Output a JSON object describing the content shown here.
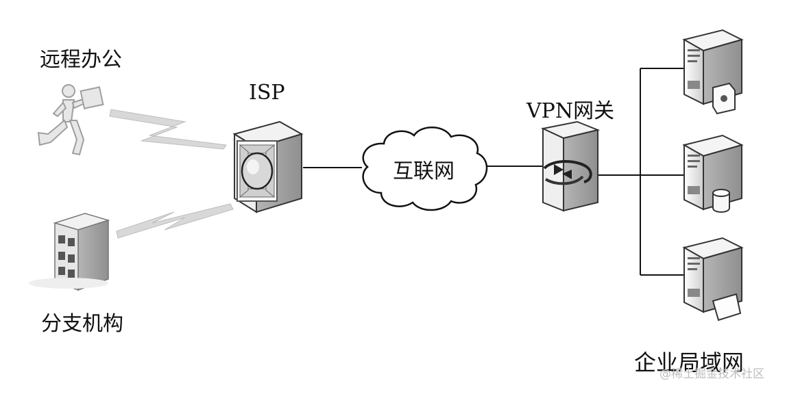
{
  "labels": {
    "remote_office": "远程办公",
    "branch_office": "分支机构",
    "isp": "ISP",
    "internet": "互联网",
    "vpn_gateway": "VPN网关",
    "enterprise_lan": "企业局域网"
  },
  "watermark": "@稀土掘金技术社区",
  "colors": {
    "line": "#111111",
    "device_fill": "#efefef",
    "device_shade": "#bdbdbd",
    "lightning": "#cfcfcf"
  }
}
